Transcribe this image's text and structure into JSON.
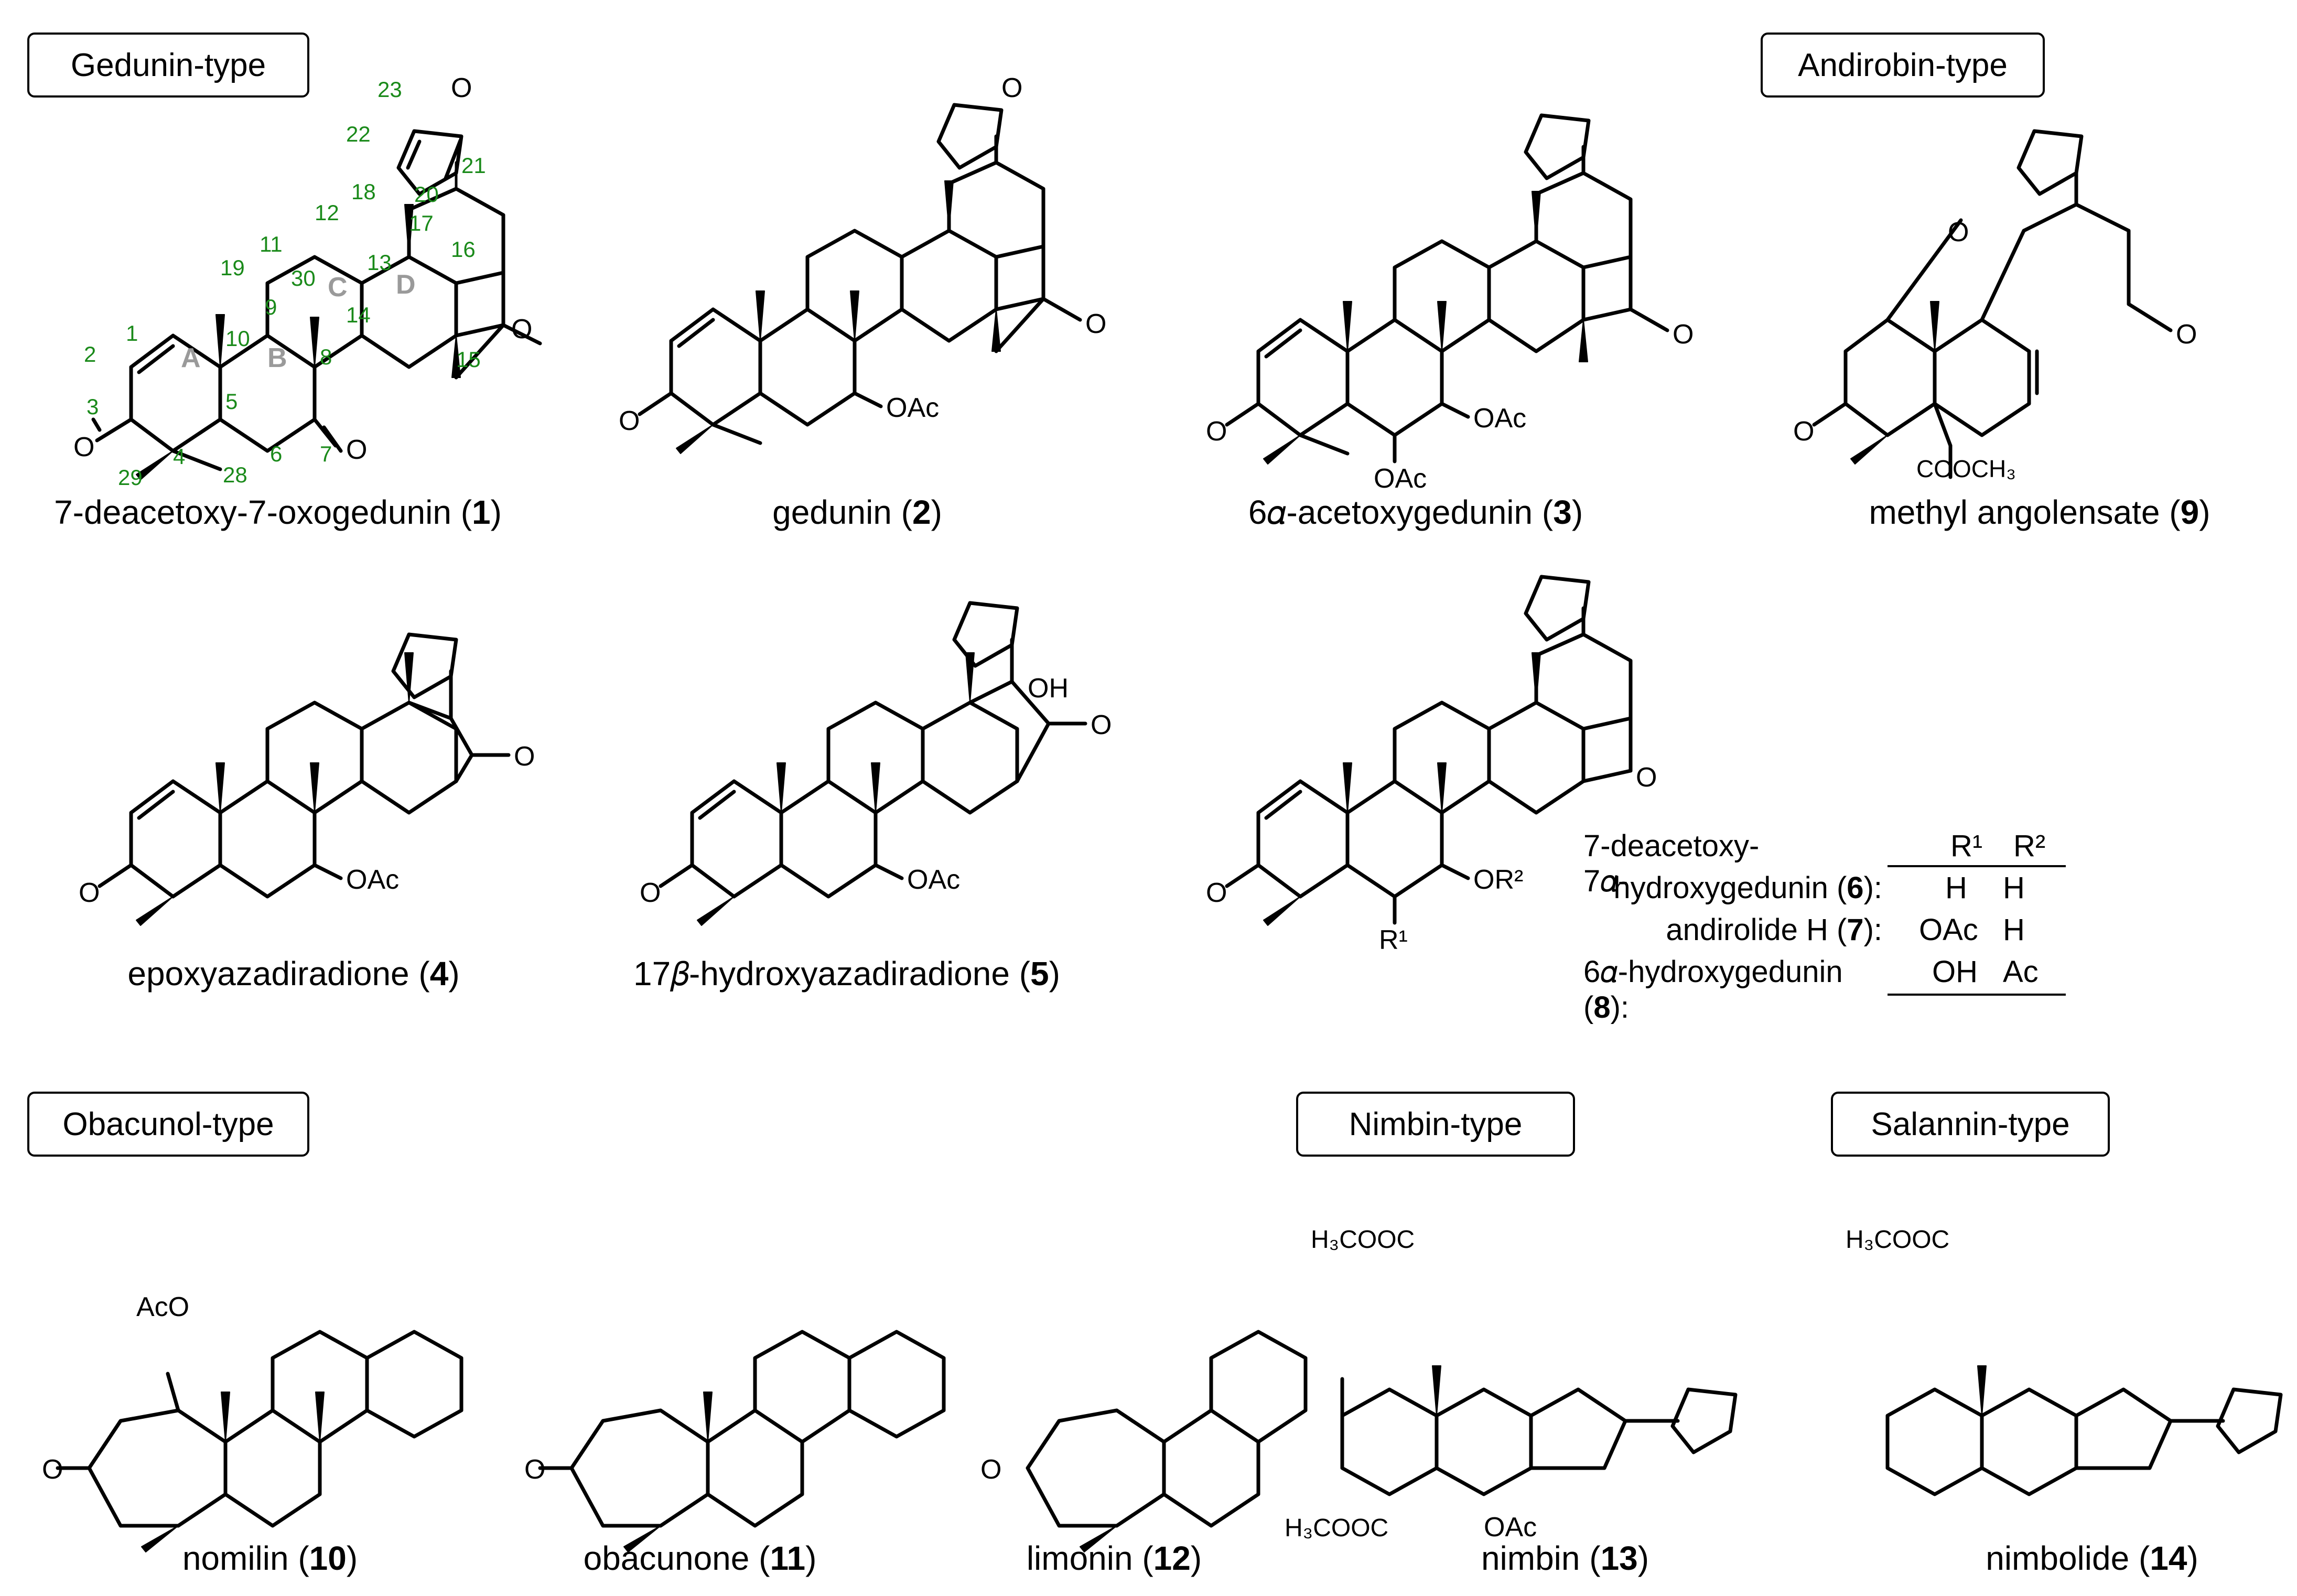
{
  "type_boxes": {
    "gedunin": "Gedunin-type",
    "andirobin": "Andirobin-type",
    "obacunol": "Obacunol-type",
    "nimbin": "Nimbin-type",
    "salannin": "Salannin-type"
  },
  "compounds": [
    {
      "name": "7-deacetoxy-7-oxogedunin",
      "number": "1"
    },
    {
      "name": "gedunin",
      "number": "2"
    },
    {
      "name": "6𝛼-acetoxygedunin",
      "number": "3"
    },
    {
      "name": "epoxyazadiradione",
      "number": "4"
    },
    {
      "name": "17𝛽-hydroxyazadiradione",
      "number": "5"
    },
    {
      "name": "methyl angolensate",
      "number": "9"
    },
    {
      "name": "nomilin",
      "number": "10"
    },
    {
      "name": "obacunone",
      "number": "11"
    },
    {
      "name": "limonin",
      "number": "12"
    },
    {
      "name": "nimbin",
      "number": "13"
    },
    {
      "name": "nimbolide",
      "number": "14"
    }
  ],
  "rgroup_table": {
    "prefix": "7-deacetoxy-7𝛼-",
    "headers": [
      "R¹",
      "R²"
    ],
    "rows": [
      {
        "name": "hydroxygedunin",
        "number": "6",
        "r1": "H",
        "r2": "H"
      },
      {
        "name": "andirolide H",
        "number": "7",
        "r1": "OAc",
        "r2": "H"
      },
      {
        "name": "6𝛼-hydroxygedunin",
        "number": "8",
        "r1": "OH",
        "r2": "Ac"
      }
    ]
  },
  "atom_labels": {
    "O": "O",
    "OAc": "OAc",
    "AcO": "AcO",
    "OH": "OH",
    "OR2": "OR²",
    "R1": "R¹",
    "COOCH3": "COOCH₃",
    "H3COOC": "H₃COOC"
  },
  "ring_labels": [
    "A",
    "B",
    "C",
    "D"
  ],
  "atom_numbers": [
    "1",
    "2",
    "3",
    "4",
    "5",
    "6",
    "7",
    "8",
    "9",
    "10",
    "11",
    "12",
    "13",
    "14",
    "15",
    "16",
    "17",
    "18",
    "19",
    "20",
    "21",
    "22",
    "23",
    "28",
    "29",
    "30"
  ],
  "colors": {
    "numbering": "#1a8a1a",
    "ring_letters": "#9a9a9a",
    "ink": "#000000"
  }
}
